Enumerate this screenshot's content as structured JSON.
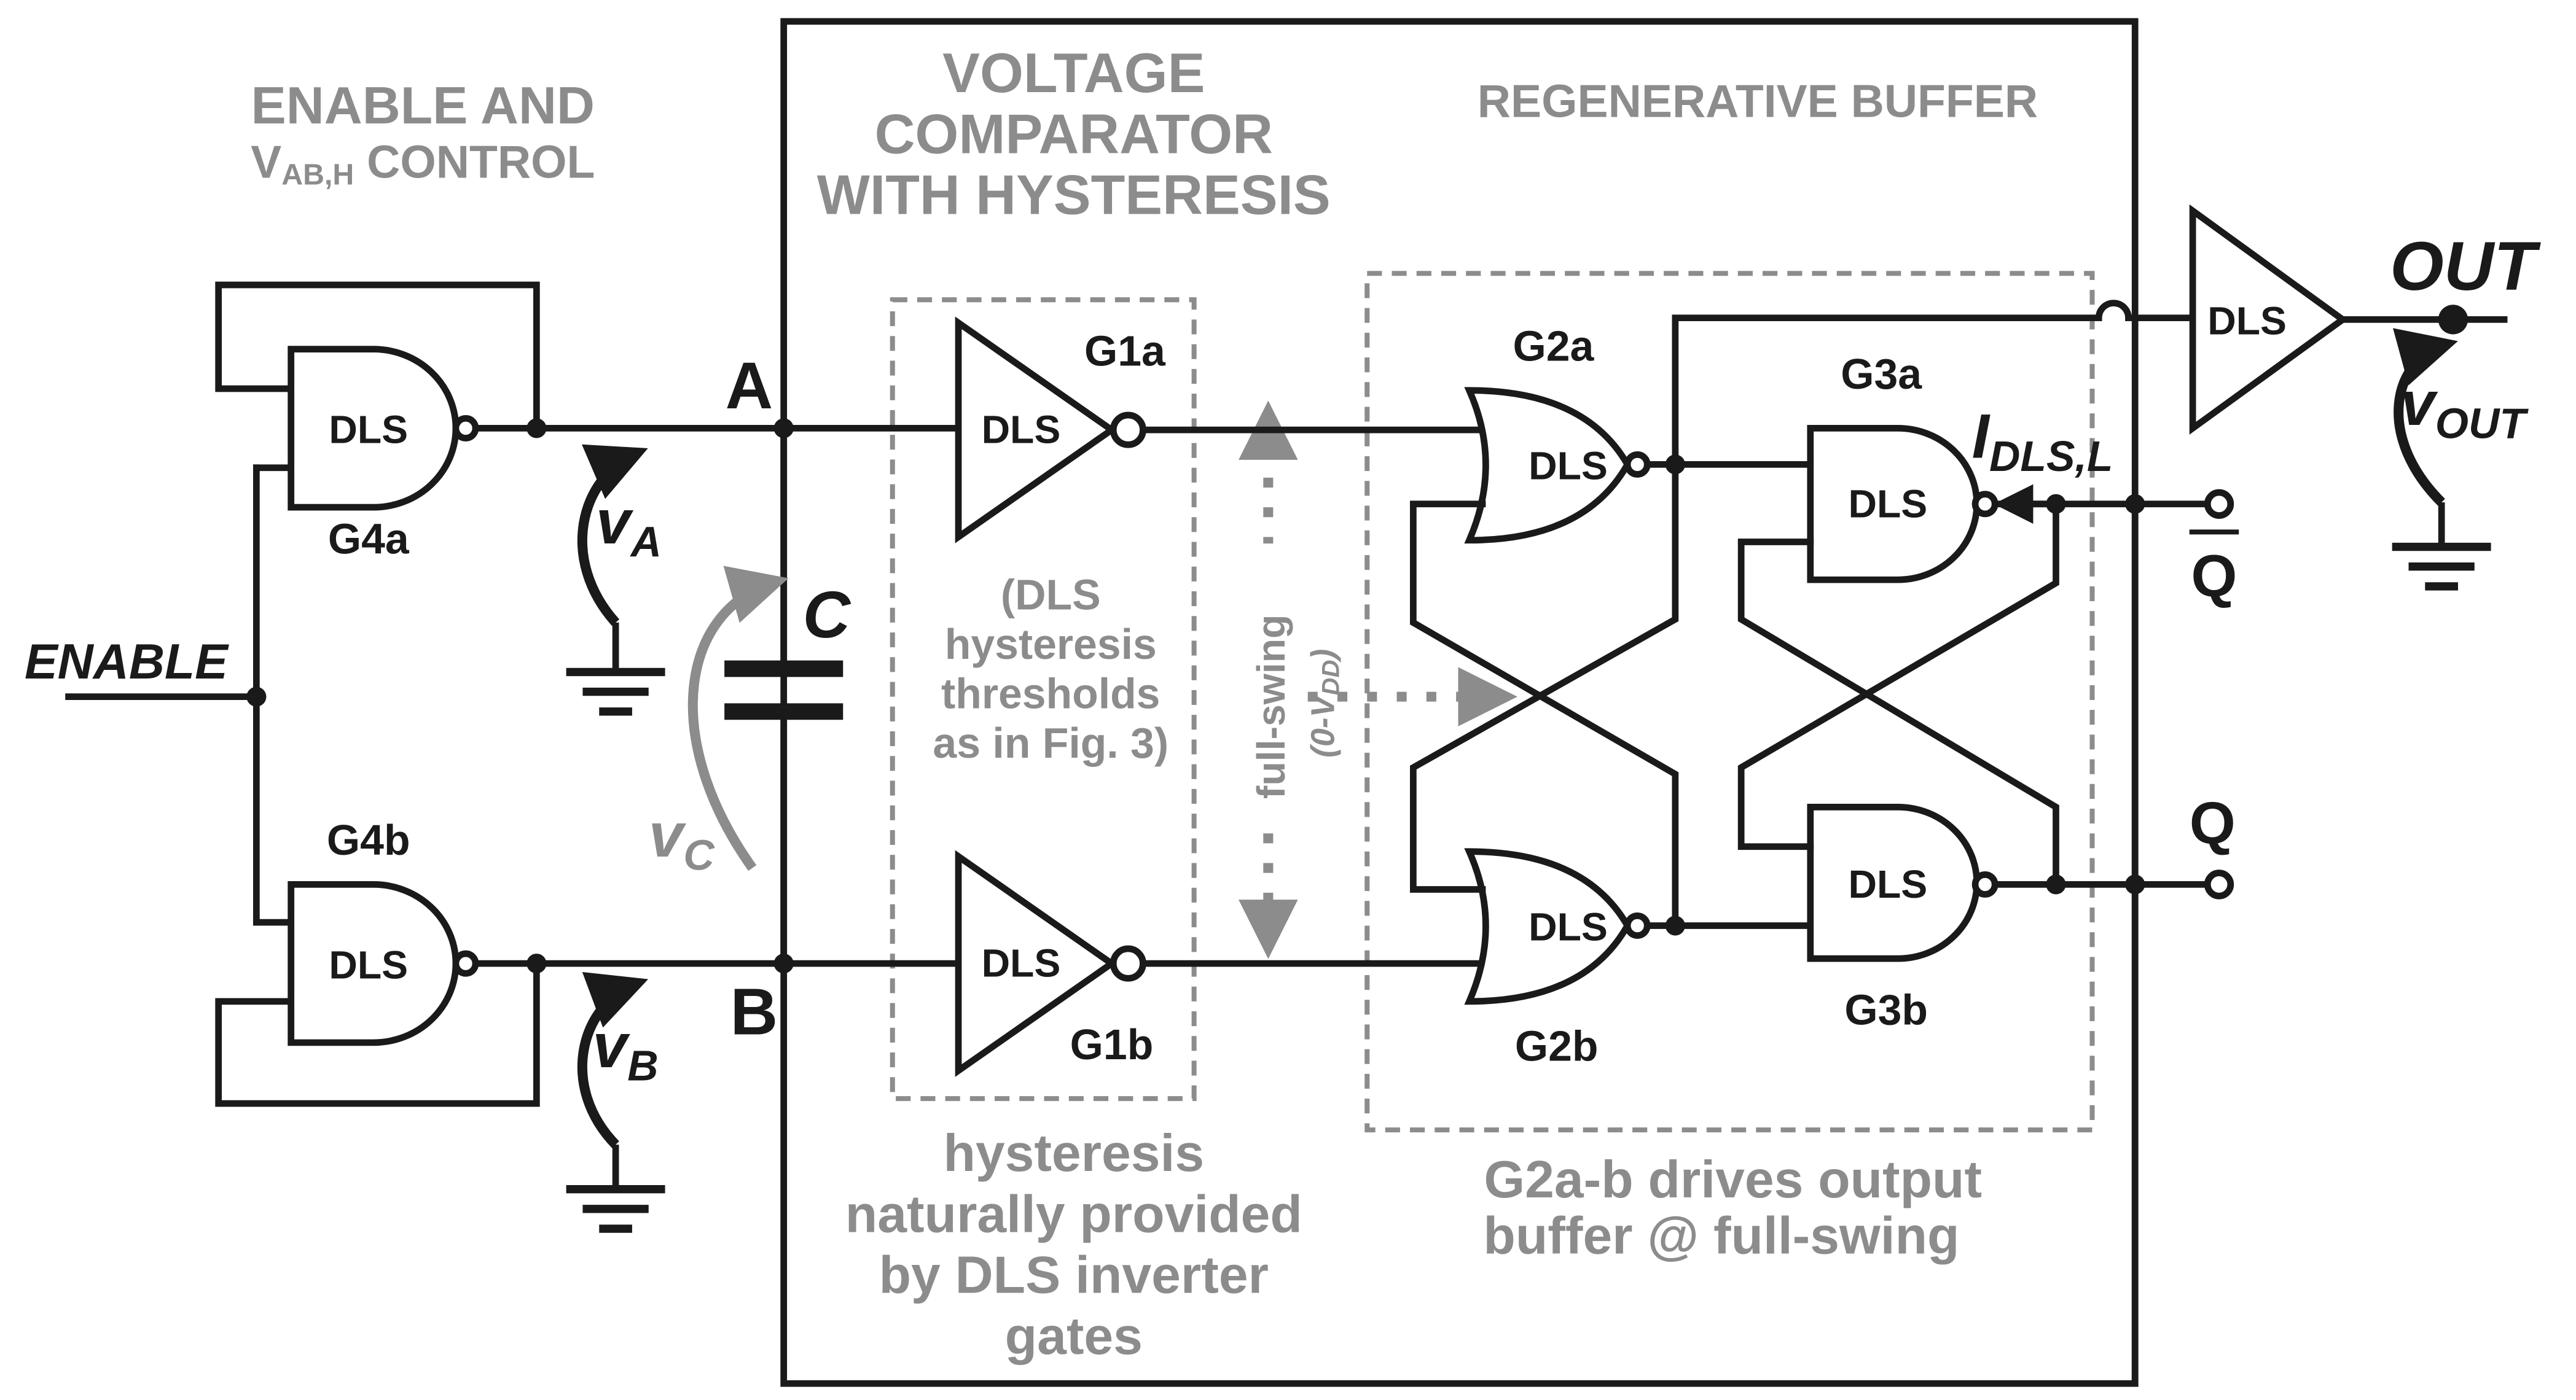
{
  "labels": {
    "enable_control_line1": "ENABLE AND",
    "enable_control_v": "V",
    "enable_control_sub": "AB,H",
    "enable_control_rest": " CONTROL",
    "comparator_line1": "VOLTAGE",
    "comparator_line2": "COMPARATOR",
    "comparator_line3": "WITH HYSTERESIS",
    "regen_buffer": "REGENERATIVE BUFFER",
    "thresholds_note": [
      "(DLS",
      "hysteresis",
      "thresholds",
      "as in Fig. 3)"
    ],
    "full_swing": "full-swing",
    "full_swing_range": "(0-V",
    "full_swing_sub": "DD",
    "full_swing_close": ")",
    "hysteresis_note": [
      "hysteresis",
      "naturally provided",
      "by DLS inverter",
      "gates"
    ],
    "drives_note": [
      "G2a-b drives output",
      "buffer @ full-swing"
    ]
  },
  "gate_text": "DLS",
  "gates": {
    "g4a": "G4a",
    "g4b": "G4b",
    "g1a": "G1a",
    "g1b": "G1b",
    "g2a": "G2a",
    "g2b": "G2b",
    "g3a": "G3a",
    "g3b": "G3b"
  },
  "nodes": {
    "a": "A",
    "b": "B",
    "c": "C",
    "enable": "ENABLE",
    "out": "OUT",
    "q": "Q",
    "q_bar": "Q"
  },
  "signals": {
    "v": "v",
    "va_sub": "A",
    "vb_sub": "B",
    "vc_sub": "C",
    "vout_sub": "OUT",
    "i": "I",
    "idls_sub": "DLS,L"
  }
}
